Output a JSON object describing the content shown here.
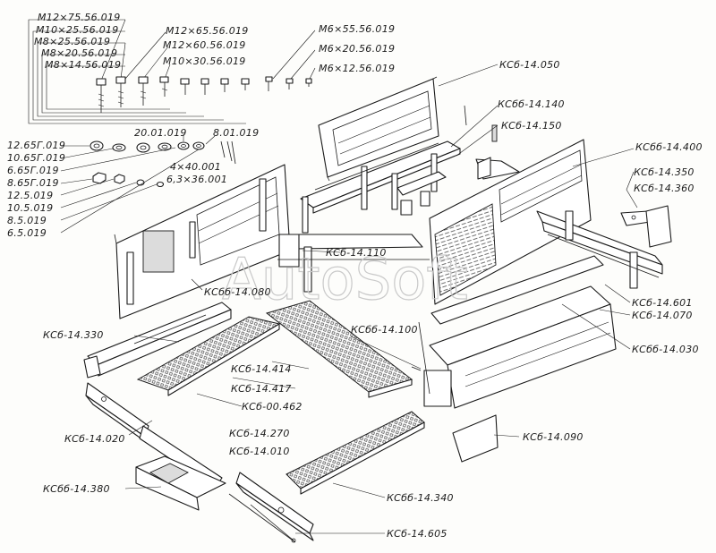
{
  "watermark": "AutoSoft",
  "colors": {
    "ink": "#1a1a1a",
    "paper": "#fdfdfb",
    "watermark": "#c9c9c9"
  },
  "labels": {
    "bolt_m12_75": "M12×75.56.019",
    "bolt_m10_25": "M10×25.56.019",
    "bolt_m8_25": "M8×25.56.019",
    "bolt_m8_20": "M8×20.56.019",
    "bolt_m8_14": "M8×14.56.019",
    "bolt_m12_65": "M12×65.56.019",
    "bolt_m12_60": "M12×60.56.019",
    "bolt_m10_30": "M10×30.56.019",
    "bolt_m6_55": "M6×55.56.019",
    "bolt_m6_20": "M6×20.56.019",
    "bolt_m6_12": "M6×12.56.019",
    "washer_12_65g": "12.65Г.019",
    "washer_10_65g": "10.65Г.019",
    "washer_6_65g": "6.65Г.019",
    "washer_8_65g": "8.65Г.019",
    "nut_12_5": "12.5.019",
    "nut_10_5": "10.5.019",
    "nut_8_5": "8.5.019",
    "nut_6_5": "6.5.019",
    "part_20_01": "20.01.019",
    "part_8_01": "8.01.019",
    "pin_4_40": "4×40.001",
    "pin_6_3_36": "6,3×36.001",
    "ksb_14_050": "КСб-14.050",
    "ksbb_14_140": "КСбб-14.140",
    "ksb_14_150": "КСб-14.150",
    "ksbb_14_400": "КСбб-14.400",
    "ksb_14_350": "КСб-14.350",
    "ksb_14_360": "КСб-14.360",
    "ksb_14_110": "КСб-14.110",
    "ksbb_14_080": "КСбб-14.080",
    "ksb_14_601": "КСб-14.601",
    "ksb_14_070": "КСб-14.070",
    "ksbb_14_030": "КСбб-14.030",
    "ksb_14_330": "КСб-14.330",
    "ksbb_14_100": "КСбб-14.100",
    "ksb_14_414": "КСб-14.414",
    "ksb_14_417": "КСб-14.417",
    "ksb_00_462": "КСб-00.462",
    "ksb_14_020": "КСб-14.020",
    "ksb_14_270": "КСб-14.270",
    "ksb_14_090": "КСб-14.090",
    "ksb_14_010": "КСб-14.010",
    "ksbb_14_380": "КСбб-14.380",
    "ksbb_14_340": "КСбб-14.340",
    "ksb_14_605": "КСб-14.605"
  }
}
